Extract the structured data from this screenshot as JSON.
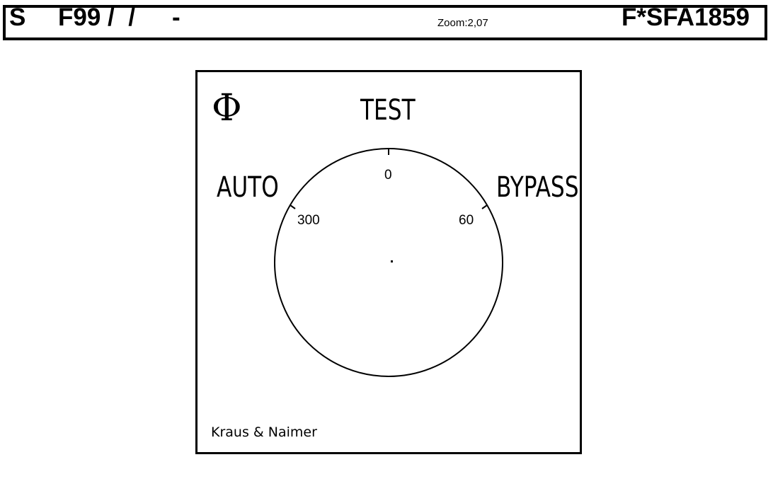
{
  "header": {
    "series_code": "S",
    "type_code": "F99 /  /",
    "dash": "-",
    "zoom": "Zoom:2,07",
    "part_number": "F*SFA1859"
  },
  "plate": {
    "logo": "Φ",
    "manufacturer": "Kraus & Naimer",
    "positions": [
      {
        "label": "TEST",
        "angle": "0"
      },
      {
        "label": "AUTO",
        "angle": "300"
      },
      {
        "label": "BYPASS",
        "angle": "60"
      }
    ]
  },
  "colors": {
    "ink": "#000000",
    "background": "#ffffff"
  }
}
